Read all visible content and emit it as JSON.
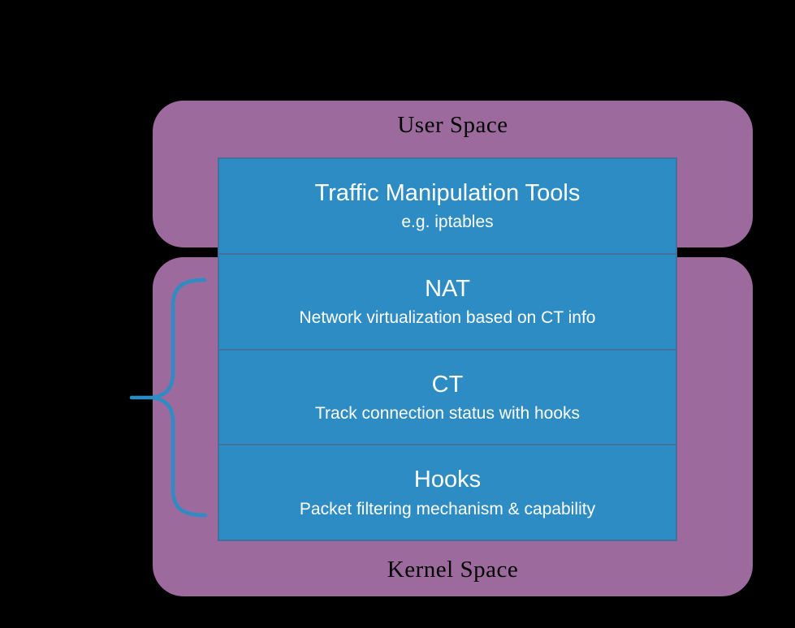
{
  "diagram": {
    "user_space": {
      "label": "User Space"
    },
    "kernel_space": {
      "label": "Kernel Space"
    },
    "layers": [
      {
        "title": "Traffic Manipulation Tools",
        "subtitle": "e.g. iptables"
      },
      {
        "title": "NAT",
        "subtitle": "Network virtualization based on CT info"
      },
      {
        "title": "CT",
        "subtitle": "Track connection status with hooks"
      },
      {
        "title": "Hooks",
        "subtitle": "Packet filtering mechanism & capability"
      }
    ],
    "colors": {
      "background": "#000000",
      "space_fill": "#9C6A9C",
      "layer_fill": "#2E8CC4",
      "layer_border": "#44719C",
      "brace_stroke": "#2E8CC4",
      "layer_text": "#FFFFFF",
      "space_label_text": "#000000"
    },
    "icons": {
      "brace": "left-curly-brace-spanning-kernel-layers"
    }
  }
}
